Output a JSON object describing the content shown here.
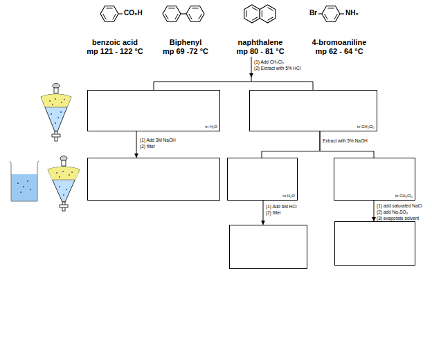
{
  "diagram": {
    "nodes": [
      {
        "text": [
          "in H₂O"
        ]
      },
      {
        "text": [
          "in CH₂Cl₂"
        ]
      },
      {
        "text": []
      },
      {
        "text": [
          "in H₂O"
        ]
      },
      {
        "text": [
          "in CH₂Cl₂"
        ]
      },
      {
        "text": []
      },
      {
        "text": []
      }
    ],
    "edges": [
      {
        "from": 0,
        "to": 2,
        "arrow": "to"
      },
      {
        "from": 1,
        "to": 3,
        "arrow": "none"
      },
      {
        "from": 1,
        "to": 4,
        "arrow": "none"
      },
      {
        "from": 3,
        "to": 5,
        "arrow": "to"
      },
      {
        "from": 4,
        "to": 6,
        "arrow": "to"
      }
    ],
    "labels": [
      "CO₂H",
      "Br",
      "NH₂",
      "benzoic acid",
      "mp 121 - 122 °C",
      "Biphenyl",
      "mp 69 -72 °C",
      "naphthalene",
      "mp 80 - 81 °C",
      "4-bromoaniline",
      "mp 62 - 64 °C",
      "(1) Add CH₂Cl₂",
      "(2) Extract with 5% HCl",
      "(1) Add 3M NaOH",
      "(2) filter",
      "Extract with 5% NaOH",
      "(1) Add 6M HCl",
      "(2) filter",
      "(1) add saturated NaCl",
      "(2) add Na₂SO₄",
      "(3) evaporate solvent"
    ]
  }
}
